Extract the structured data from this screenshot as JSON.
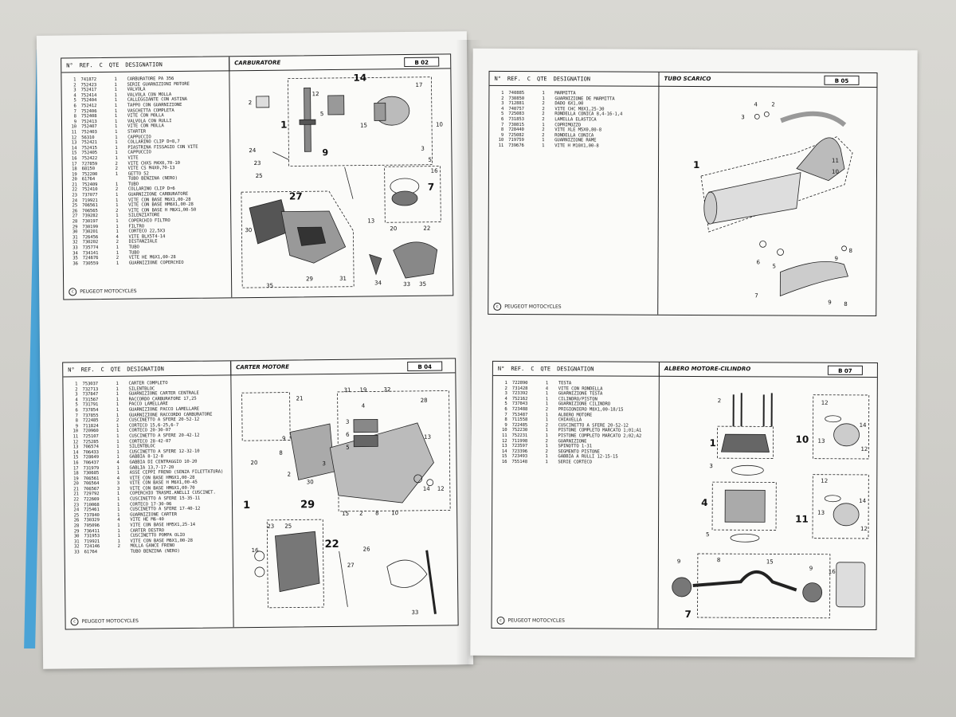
{
  "sheets": [
    {
      "headers": {
        "num": "N°",
        "ref": "REF.",
        "c": "C",
        "qte": "QTE",
        "designation": "DESIGNATION"
      },
      "title": "CARBURATORE",
      "code": "B 02",
      "footer": "PEUGEOT MOTOCYCLES",
      "rows": [
        [
          "1",
          "741872",
          "1",
          "CARBURATORE PA 356"
        ],
        [
          "2",
          "752423",
          "1",
          "SERIE GUARNIZIONI MOTORE"
        ],
        [
          "3",
          "752417",
          "1",
          "VALVOLA"
        ],
        [
          "4",
          "752414",
          "1",
          "VALVOLA CON MOLLA"
        ],
        [
          "5",
          "752404",
          "1",
          "CALLEGGIANTE CON ASTINA"
        ],
        [
          "6",
          "752412",
          "1",
          "TAPPO CON GUARNIZIONE"
        ],
        [
          "7",
          "752406",
          "1",
          "VASCHETTA COMPLETA"
        ],
        [
          "8",
          "752408",
          "1",
          "VITE CON MOLLA"
        ],
        [
          "9",
          "752413",
          "1",
          "VALVOLA CON RULLI"
        ],
        [
          "10",
          "752407",
          "1",
          "VITE CON MOLLA"
        ],
        [
          "11",
          "752403",
          "1",
          "STARTER"
        ],
        [
          "12",
          "56310",
          "1",
          "CAPPUCCIO"
        ],
        [
          "13",
          "752421",
          "1",
          "COLLARINO CLIP D=8,7"
        ],
        [
          "14",
          "752415",
          "1",
          "PIASTRINA FISSAGIO CON VITE"
        ],
        [
          "15",
          "752405",
          "1",
          "CAPPUCCIO"
        ],
        [
          "16",
          "752422",
          "1",
          "VITE"
        ],
        [
          "17",
          "727859",
          "2",
          "VITE CHXS M4X0,70-10"
        ],
        [
          "18",
          "68150",
          "2",
          "VITE CS M4X0,70-13"
        ],
        [
          "19",
          "752200",
          "1",
          "GETTO 52"
        ],
        [
          "20",
          "61764",
          "",
          "TUBO BENZINA (NERO)"
        ],
        [
          "21",
          "752409",
          "1",
          "TUBO"
        ],
        [
          "22",
          "752410",
          "2",
          "COLLARINO CLIP D=6"
        ],
        [
          "23",
          "737077",
          "1",
          "GUARNIZIONE CARBURATORE"
        ],
        [
          "24",
          "719921",
          "1",
          "VITE CON BASE M6X1,00-28"
        ],
        [
          "25",
          "706561",
          "1",
          "VITE CON BASE HM6X1,00-28"
        ],
        [
          "26",
          "706565",
          "2",
          "VITE CON BASE H M6X1,00-50"
        ],
        [
          "27",
          "739282",
          "1",
          "SILENZIATORE"
        ],
        [
          "28",
          "730197",
          "1",
          "COPERCHIO FILTRO"
        ],
        [
          "29",
          "730199",
          "1",
          "FILTRO"
        ],
        [
          "30",
          "730201",
          "1",
          "CORTECO 22,5X3"
        ],
        [
          "31",
          "726456",
          "4",
          "VITE BLX5T4-14"
        ],
        [
          "32",
          "730202",
          "2",
          "DISTANZIALE"
        ],
        [
          "33",
          "735774",
          "1",
          "TUBO"
        ],
        [
          "34",
          "734141",
          "1",
          "TUBO"
        ],
        [
          "35",
          "724676",
          "2",
          "VITE HE M6X1,00-28"
        ],
        [
          "36",
          "730559",
          "1",
          "GUARNIZIONE COPERCHIO"
        ]
      ]
    },
    {
      "headers": {
        "num": "N°",
        "ref": "REF.",
        "c": "C",
        "qte": "QTE",
        "designation": "DESIGNATION"
      },
      "title": "TUBO SCARICO",
      "code": "B 05",
      "footer": "PEUGEOT MOTOCYCLES",
      "rows": [
        [
          "1",
          "740885",
          "1",
          "MARMITTA"
        ],
        [
          "2",
          "730850",
          "1",
          "GUARNIZIONE DE MARMITTA"
        ],
        [
          "3",
          "712881",
          "2",
          "DADO 6X1,00"
        ],
        [
          "4",
          "740757",
          "2",
          "VITE CHC M8X1,25-30"
        ],
        [
          "5",
          "725083",
          "2",
          "RONDELLA CONICA 8,4-16-1,4"
        ],
        [
          "6",
          "731853",
          "2",
          "LAMELLA ELASTICA"
        ],
        [
          "7",
          "730815",
          "1",
          "COPRIMOZZO"
        ],
        [
          "8",
          "728440",
          "2",
          "VITE XLE M5X0,80-8"
        ],
        [
          "9",
          "725082",
          "2",
          "RONDELLA CONICA"
        ],
        [
          "10",
          "719759",
          "1",
          "GUARNIZIONE RAME"
        ],
        [
          "11",
          "739676",
          "1",
          "VITE H M10X1,00-8"
        ]
      ]
    },
    {
      "headers": {
        "num": "N°",
        "ref": "REF.",
        "c": "C",
        "qte": "QTE",
        "designation": "DESIGNATION"
      },
      "title": "CARTER MOTORE",
      "code": "B 04",
      "footer": "PEUGEOT MOTOCYCLES",
      "rows": [
        [
          "1",
          "753037",
          "1",
          "CARTER COMPLETO"
        ],
        [
          "2",
          "732713",
          "1",
          "SILENTBLOC"
        ],
        [
          "3",
          "737847",
          "1",
          "GUARNIZIONE CARTER CENTRALE"
        ],
        [
          "4",
          "731567",
          "1",
          "RACCORDO CARBURATORE 17,25"
        ],
        [
          "5",
          "731791",
          "1",
          "PACCO LAMELLARE"
        ],
        [
          "6",
          "737854",
          "1",
          "GUARNIZIONE PACCO LAMELLARE"
        ],
        [
          "7",
          "737855",
          "1",
          "GUARNIZIONE RACCORDO CARBURATORE"
        ],
        [
          "8",
          "722485",
          "2",
          "CUSCINETTO A SFERE 20-52-12"
        ],
        [
          "9",
          "711824",
          "1",
          "CORTECO 15,6-25,6-7"
        ],
        [
          "10",
          "720960",
          "1",
          "CORTECO 20-30-07"
        ],
        [
          "11",
          "725107",
          "1",
          "CUSCINETTO A SFERE 20-42-12"
        ],
        [
          "12",
          "725285",
          "1",
          "CORTECO 28-42-07"
        ],
        [
          "13",
          "706574",
          "1",
          "SILENTBLOC"
        ],
        [
          "14",
          "706433",
          "1",
          "CUSCINETTO A SFERE 12-32-10"
        ],
        [
          "15",
          "728649",
          "1",
          "GABBIA 8-12-8"
        ],
        [
          "16",
          "706437",
          "4",
          "GABBIA DI CENTRAGGIO 10-20"
        ],
        [
          "17",
          "731979",
          "1",
          "GABLIA 13,7-17-20"
        ],
        [
          "18",
          "730685",
          "1",
          "ASSE CEPPI FRENO (SENZA FILETTATURA)"
        ],
        [
          "19",
          "706561",
          "4",
          "VITE CON BASE HM6X1,00-28"
        ],
        [
          "20",
          "706564",
          "3",
          "VITE CON BASE H M6X1,00-45"
        ],
        [
          "21",
          "706567",
          "3",
          "VITE CON BASE HM6X1,00-70"
        ],
        [
          "21",
          "729792",
          "1",
          "COPERCHIO TRASMI.ANELLI CUSCINET."
        ],
        [
          "22",
          "722669",
          "1",
          "CUSCINETTO A SFERE 15-35-11"
        ],
        [
          "23",
          "710068",
          "1",
          "CORTECO 17-30-06"
        ],
        [
          "24",
          "725461",
          "1",
          "CUSCINETTO A SFERE 17-40-12"
        ],
        [
          "25",
          "737840",
          "1",
          "GUARNIZIONE CARTER"
        ],
        [
          "26",
          "730329",
          "4",
          "VITE HE M6-40"
        ],
        [
          "28",
          "705096",
          "1",
          "VITE CON BASE HM5X1,25-14"
        ],
        [
          "29",
          "736411",
          "1",
          "CARTER DESTRO"
        ],
        [
          "30",
          "731953",
          "1",
          "CUSCINETTO POMPA OLIO"
        ],
        [
          "31",
          "719921",
          "1",
          "VITE CON BASE M6X1,00-28"
        ],
        [
          "32",
          "724146",
          "2",
          "MOLLA GANCE FRENO"
        ],
        [
          "33",
          "61764",
          "",
          "TUBO BENZINA (NERO)"
        ]
      ]
    },
    {
      "headers": {
        "num": "N°",
        "ref": "REF.",
        "c": "C",
        "qte": "QTE",
        "designation": "DESIGNATION"
      },
      "title": "ALBERO MOTORE-CILINDRO",
      "code": "B 07",
      "footer": "PEUGEOT MOTOCYCLES",
      "rows": [
        [
          "1",
          "722890",
          "1",
          "TESTA"
        ],
        [
          "2",
          "731428",
          "4",
          "VITE CON RONDELLA"
        ],
        [
          "3",
          "723392",
          "1",
          "GUARNIZIONE TESTA"
        ],
        [
          "4",
          "752162",
          "1",
          "CILINDRO/PISTON"
        ],
        [
          "5",
          "737843",
          "1",
          "GUARNIZIONE CILINDRO"
        ],
        [
          "6",
          "723488",
          "2",
          "PRIGIONIERO M8X1,00-18/15"
        ],
        [
          "7",
          "753487",
          "1",
          "ALBERO MOTORE"
        ],
        [
          "8",
          "711558",
          "1",
          "CHIAVELLA"
        ],
        [
          "9",
          "722485",
          "2",
          "CUSCINETTO A SFERE 20-52-12"
        ],
        [
          "10",
          "752230",
          "1",
          "PISTONE COMPLETO MARCATO 1;01;A1"
        ],
        [
          "11",
          "752231",
          "1",
          "PISTONE COMPLETO MARCATO 2;02;A2"
        ],
        [
          "12",
          "711998",
          "2",
          "GUARNIZIONE"
        ],
        [
          "13",
          "723597",
          "1",
          "SPINOTTO 1-31"
        ],
        [
          "14",
          "723396",
          "2",
          "SEGMENTO PISTONE"
        ],
        [
          "15",
          "723493",
          "1",
          "GABBIA A RULLI 12-15-15"
        ],
        [
          "16",
          "755148",
          "1",
          "SERIE CORTECO"
        ]
      ]
    }
  ]
}
